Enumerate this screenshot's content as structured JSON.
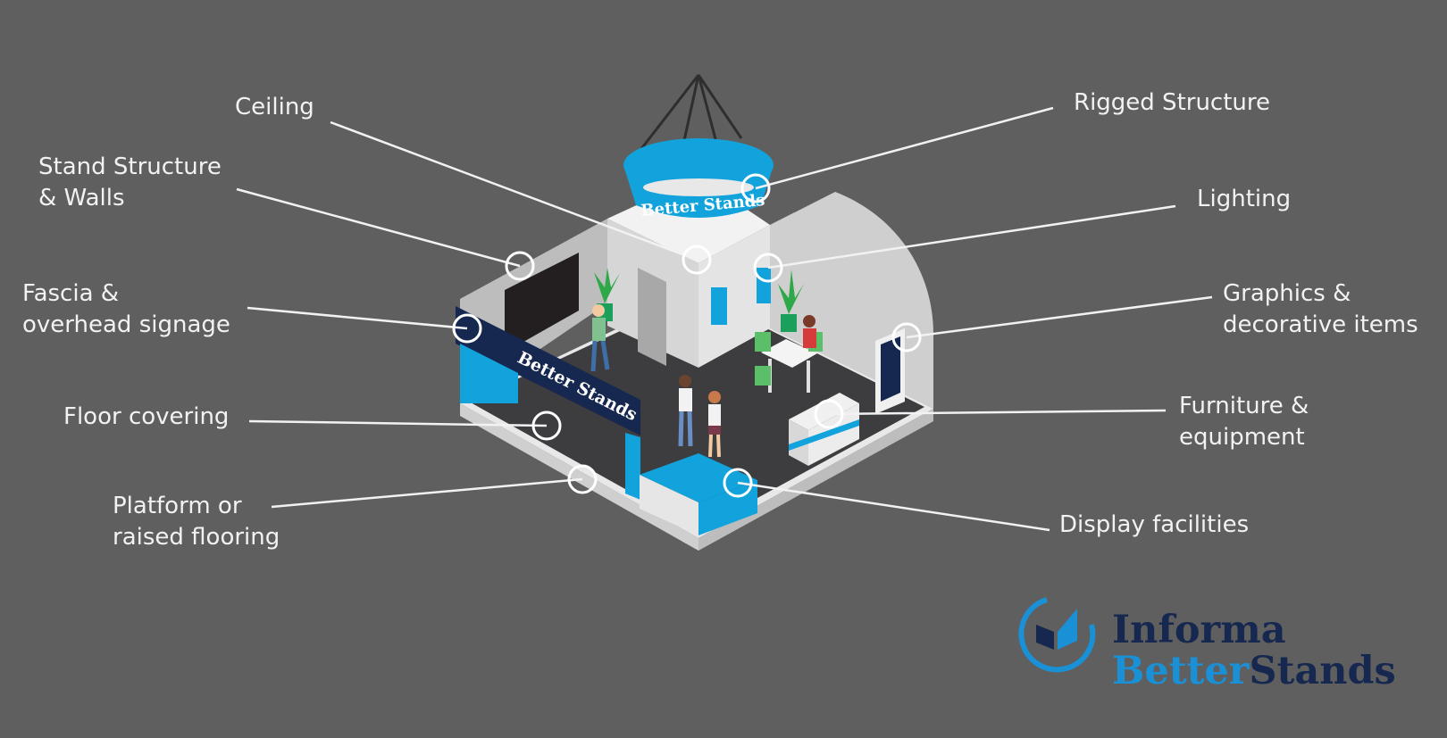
{
  "labels": {
    "ceiling": [
      "Ceiling"
    ],
    "stand_structure": [
      "Stand Structure",
      "& Walls"
    ],
    "fascia": [
      "Fascia &",
      "overhead signage"
    ],
    "floor_covering": [
      "Floor covering"
    ],
    "platform": [
      "Platform or",
      "raised flooring"
    ],
    "rigged_structure": [
      "Rigged Structure"
    ],
    "lighting": [
      "Lighting"
    ],
    "graphics": [
      "Graphics &",
      "decorative items"
    ],
    "furniture": [
      "Furniture  &",
      "equipment"
    ],
    "display": [
      "Display facilities"
    ]
  },
  "stand_branding": {
    "rigged_banner": "Better Stands",
    "fascia_text": "Better Stands"
  },
  "logo": {
    "line1": "Informa",
    "line2a": "Better",
    "line2b": "Stands",
    "mark_icon": "checkmark-circle-icon"
  },
  "colors": {
    "background": "#5f5f5f",
    "brand_blue": "#12a3dc",
    "brand_navy": "#16284f",
    "floor": "#3d3d40",
    "wall": "#d9d9d9"
  }
}
